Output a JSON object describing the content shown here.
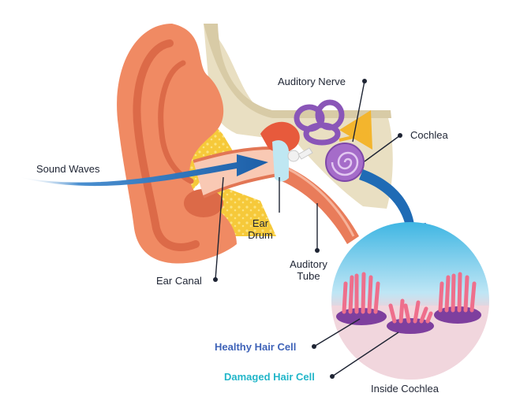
{
  "labels": {
    "sound_waves": "Sound Waves",
    "auditory_nerve": "Auditory Nerve",
    "cochlea": "Cochlea",
    "ear_drum_line1": "Ear",
    "ear_drum_line2": "Drum",
    "auditory_tube_line1": "Auditory",
    "auditory_tube_line2": "Tube",
    "ear_canal": "Ear Canal",
    "healthy_hair_cell": "Healthy Hair Cell",
    "damaged_hair_cell": "Damaged Hair Cell",
    "inside_cochlea": "Inside Cochlea"
  },
  "colors": {
    "outer_ear": "#f08a63",
    "outer_ear_shadow": "#dc6a48",
    "fat_tissue": "#f6c93a",
    "bone": "#e9dfc2",
    "canal": "#f9c9b4",
    "sound_arrow": "#1f6bb5",
    "semicircular_canals": "#8a56b8",
    "cochlea": "#a56cc9",
    "nerve": "#f3b52d",
    "hair_cell": "#ee6f8c",
    "healthy_label": "#3f63b8",
    "damaged_label": "#22b6c9"
  }
}
